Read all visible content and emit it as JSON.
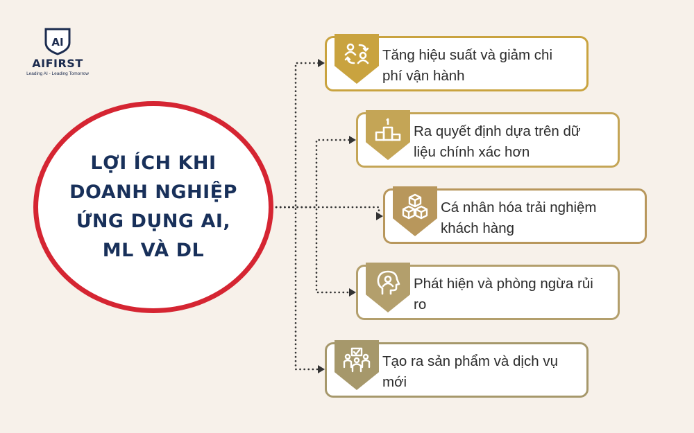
{
  "brand": {
    "logo_mark": "AI",
    "name": "AIFIRST",
    "tagline": "Leading AI - Leading Tomorrow"
  },
  "hub": {
    "title": "LỢI ÍCH KHI DOANH NGHIỆP ỨNG DỤNG AI, ML VÀ DL"
  },
  "benefits": [
    {
      "label": "Tăng hiệu suất và giảm chi phí vận hành",
      "icon": "people-exchange-icon",
      "color": "#c9a33f"
    },
    {
      "label": "Ra quyết định dựa trên dữ liệu chính xác hơn",
      "icon": "podium-icon",
      "color": "#c4a556"
    },
    {
      "label": "Cá nhân hóa trải nghiệm khách hàng",
      "icon": "cubes-icon",
      "color": "#b8975c"
    },
    {
      "label": "Phát hiện và phòng ngừa rủi ro",
      "icon": "head-profile-icon",
      "color": "#b39f6c"
    },
    {
      "label": "Tạo ra sản phẩm và dịch vụ mới",
      "icon": "team-presentation-icon",
      "color": "#a6986b"
    }
  ],
  "colors": {
    "background": "#f7f1ea",
    "hub_border": "#d52532",
    "title_navy": "#18305a",
    "connector": "#333333"
  }
}
